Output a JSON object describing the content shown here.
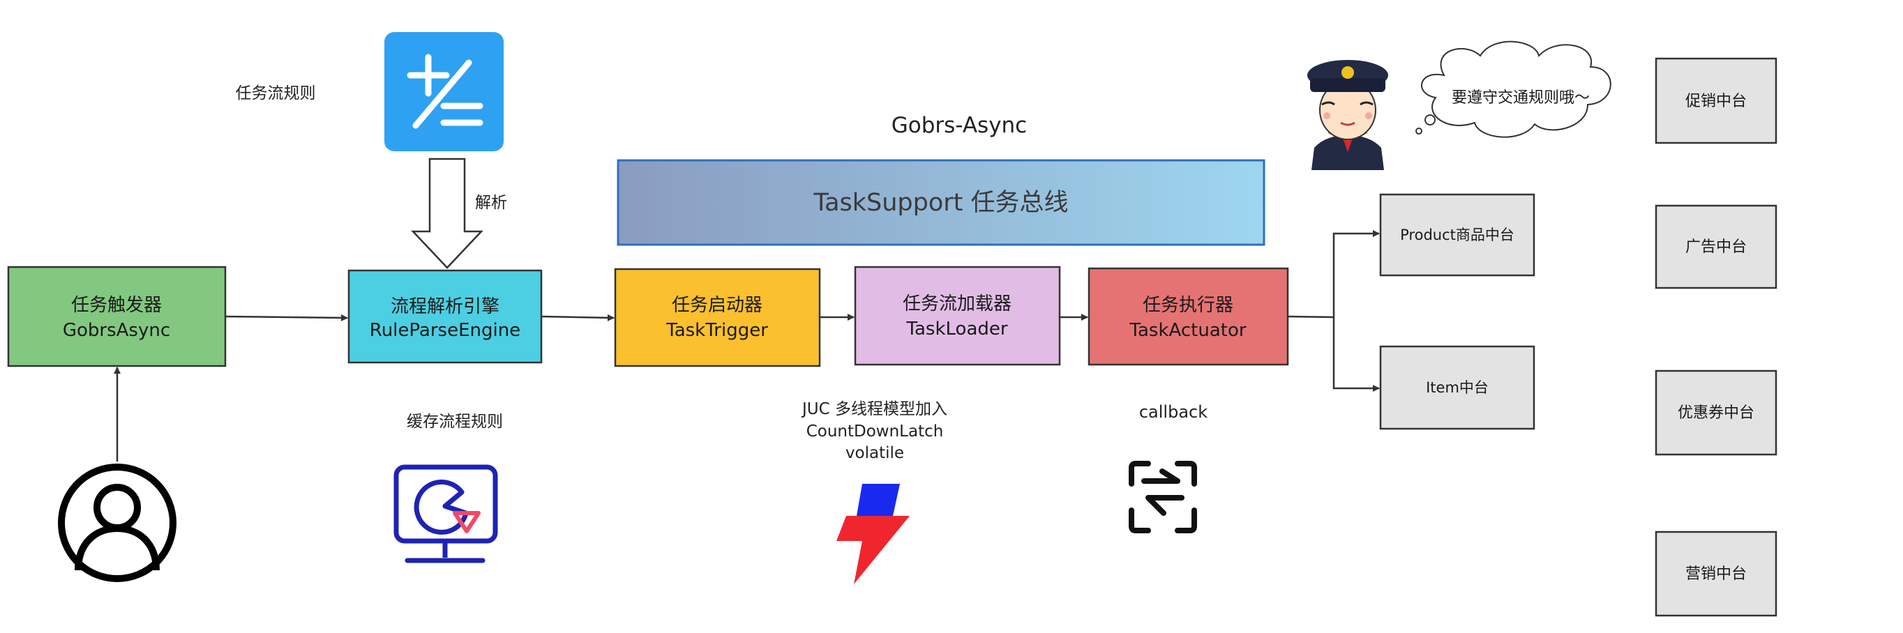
{
  "title": "Gobrs-Async",
  "bus": "TaskSupport 任务总线",
  "labels": {
    "rule": "任务流规则",
    "parse": "解析",
    "cache": "缓存流程规则",
    "juc": [
      "JUC 多线程模型加入",
      "CountDownLatch",
      "volatile"
    ],
    "callback": "callback",
    "speech": "要遵守交通规则哦～"
  },
  "nodes": [
    {
      "id": "trigger",
      "line1": "任务触发器",
      "line2": "GobrsAsync"
    },
    {
      "id": "parser",
      "line1": "流程解析引擎",
      "line2": "RuleParseEngine"
    },
    {
      "id": "starter",
      "line1": "任务启动器",
      "line2": "TaskTrigger"
    },
    {
      "id": "loader",
      "line1": "任务流加载器",
      "line2": "TaskLoader"
    },
    {
      "id": "actuator",
      "line1": "任务执行器",
      "line2": "TaskActuator"
    }
  ],
  "targets": [
    "Product商品中台",
    "Item中台"
  ],
  "platforms": [
    "促销中台",
    "广告中台",
    "优惠券中台",
    "营销中台"
  ],
  "colors": {
    "trigger": "#82c880",
    "parser": "#4ccfe2",
    "starter": "#fbc02d",
    "loader": "#e1bde6",
    "actuator": "#e57373",
    "gray": "#e3e3e3",
    "calc": "#2ea1f2",
    "monitor": "#1e23b4",
    "bolt_top": "#1a29f0",
    "bolt_bottom": "#f0262e"
  }
}
